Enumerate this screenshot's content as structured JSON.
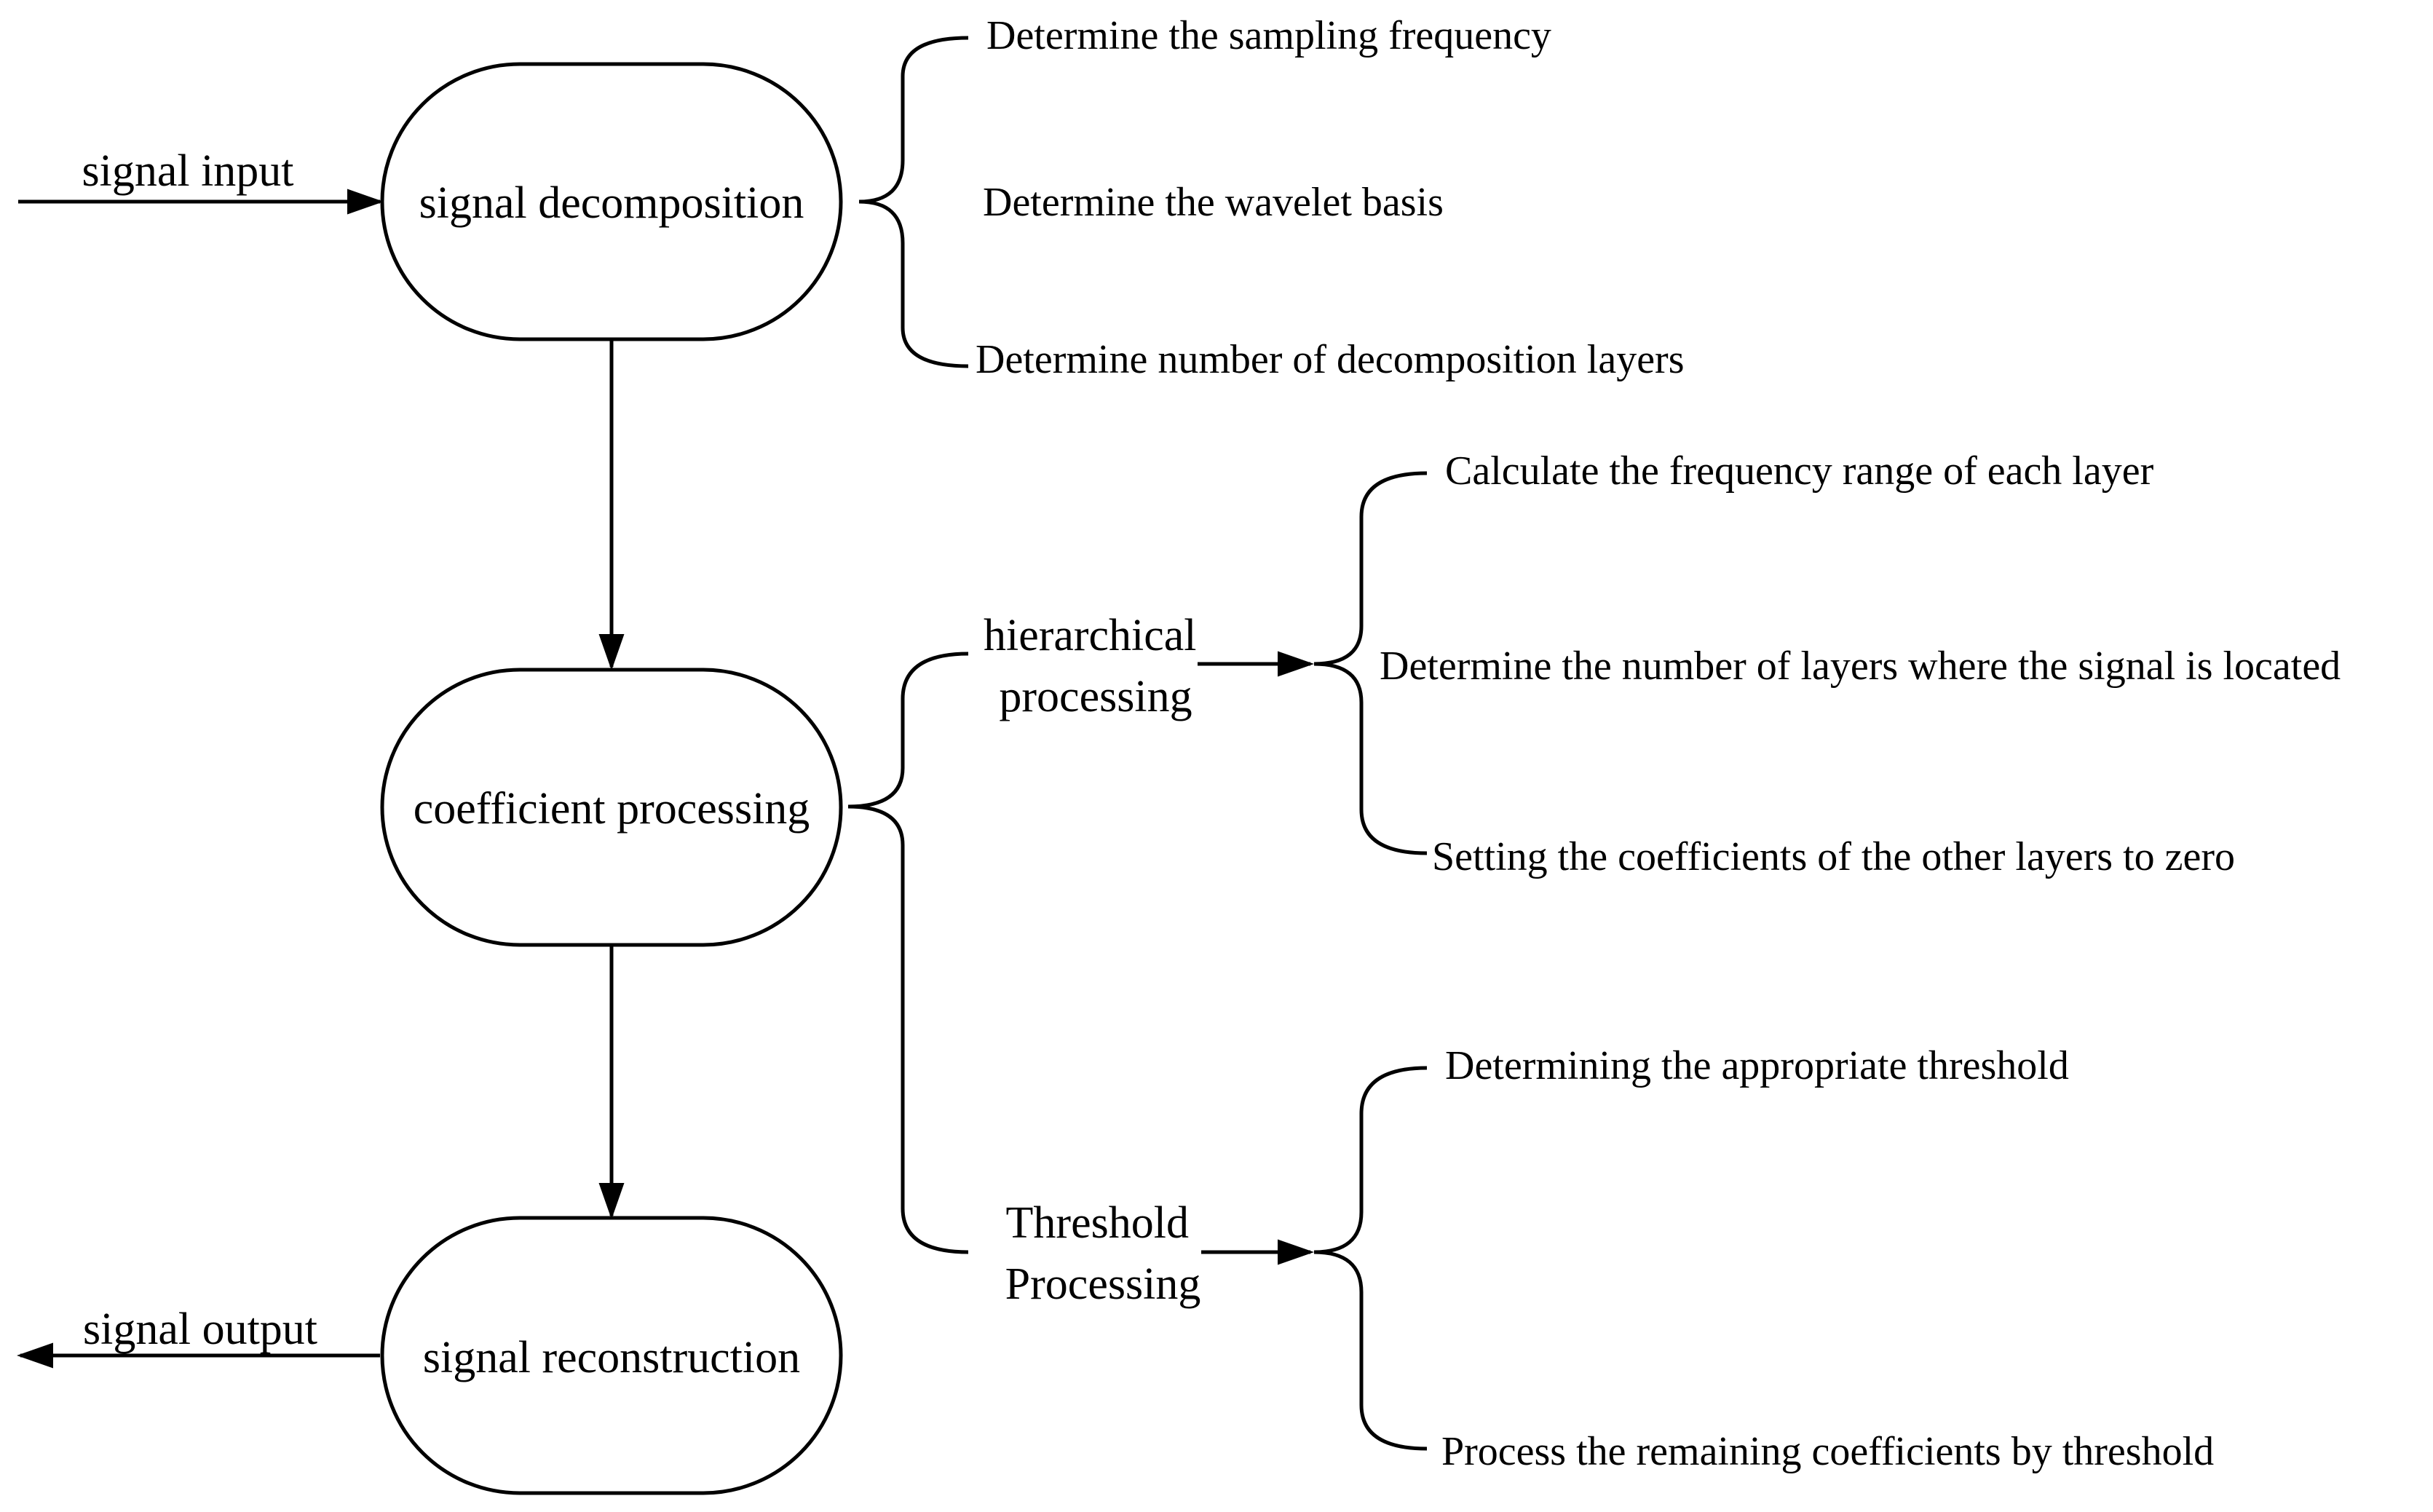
{
  "nodes": {
    "decomposition": "signal decomposition",
    "coefficient": "coefficient processing",
    "reconstruction": "signal reconstruction"
  },
  "io": {
    "input": "signal input",
    "output": "signal output"
  },
  "decomposition_steps": [
    "Determine the sampling frequency",
    "Determine the wavelet basis",
    "Determine number of decomposition layers"
  ],
  "branches": {
    "hierarchical": {
      "line1": "hierarchical",
      "line2": "processing"
    },
    "threshold": {
      "line1": "Threshold",
      "line2": "Processing"
    }
  },
  "hierarchical_steps": [
    "Calculate the frequency range of each layer",
    "Determine the number of layers where the signal is located",
    "Setting the coefficients of the other layers to zero"
  ],
  "threshold_steps": [
    "Determining the appropriate threshold",
    "Process the remaining coefficients by threshold"
  ]
}
